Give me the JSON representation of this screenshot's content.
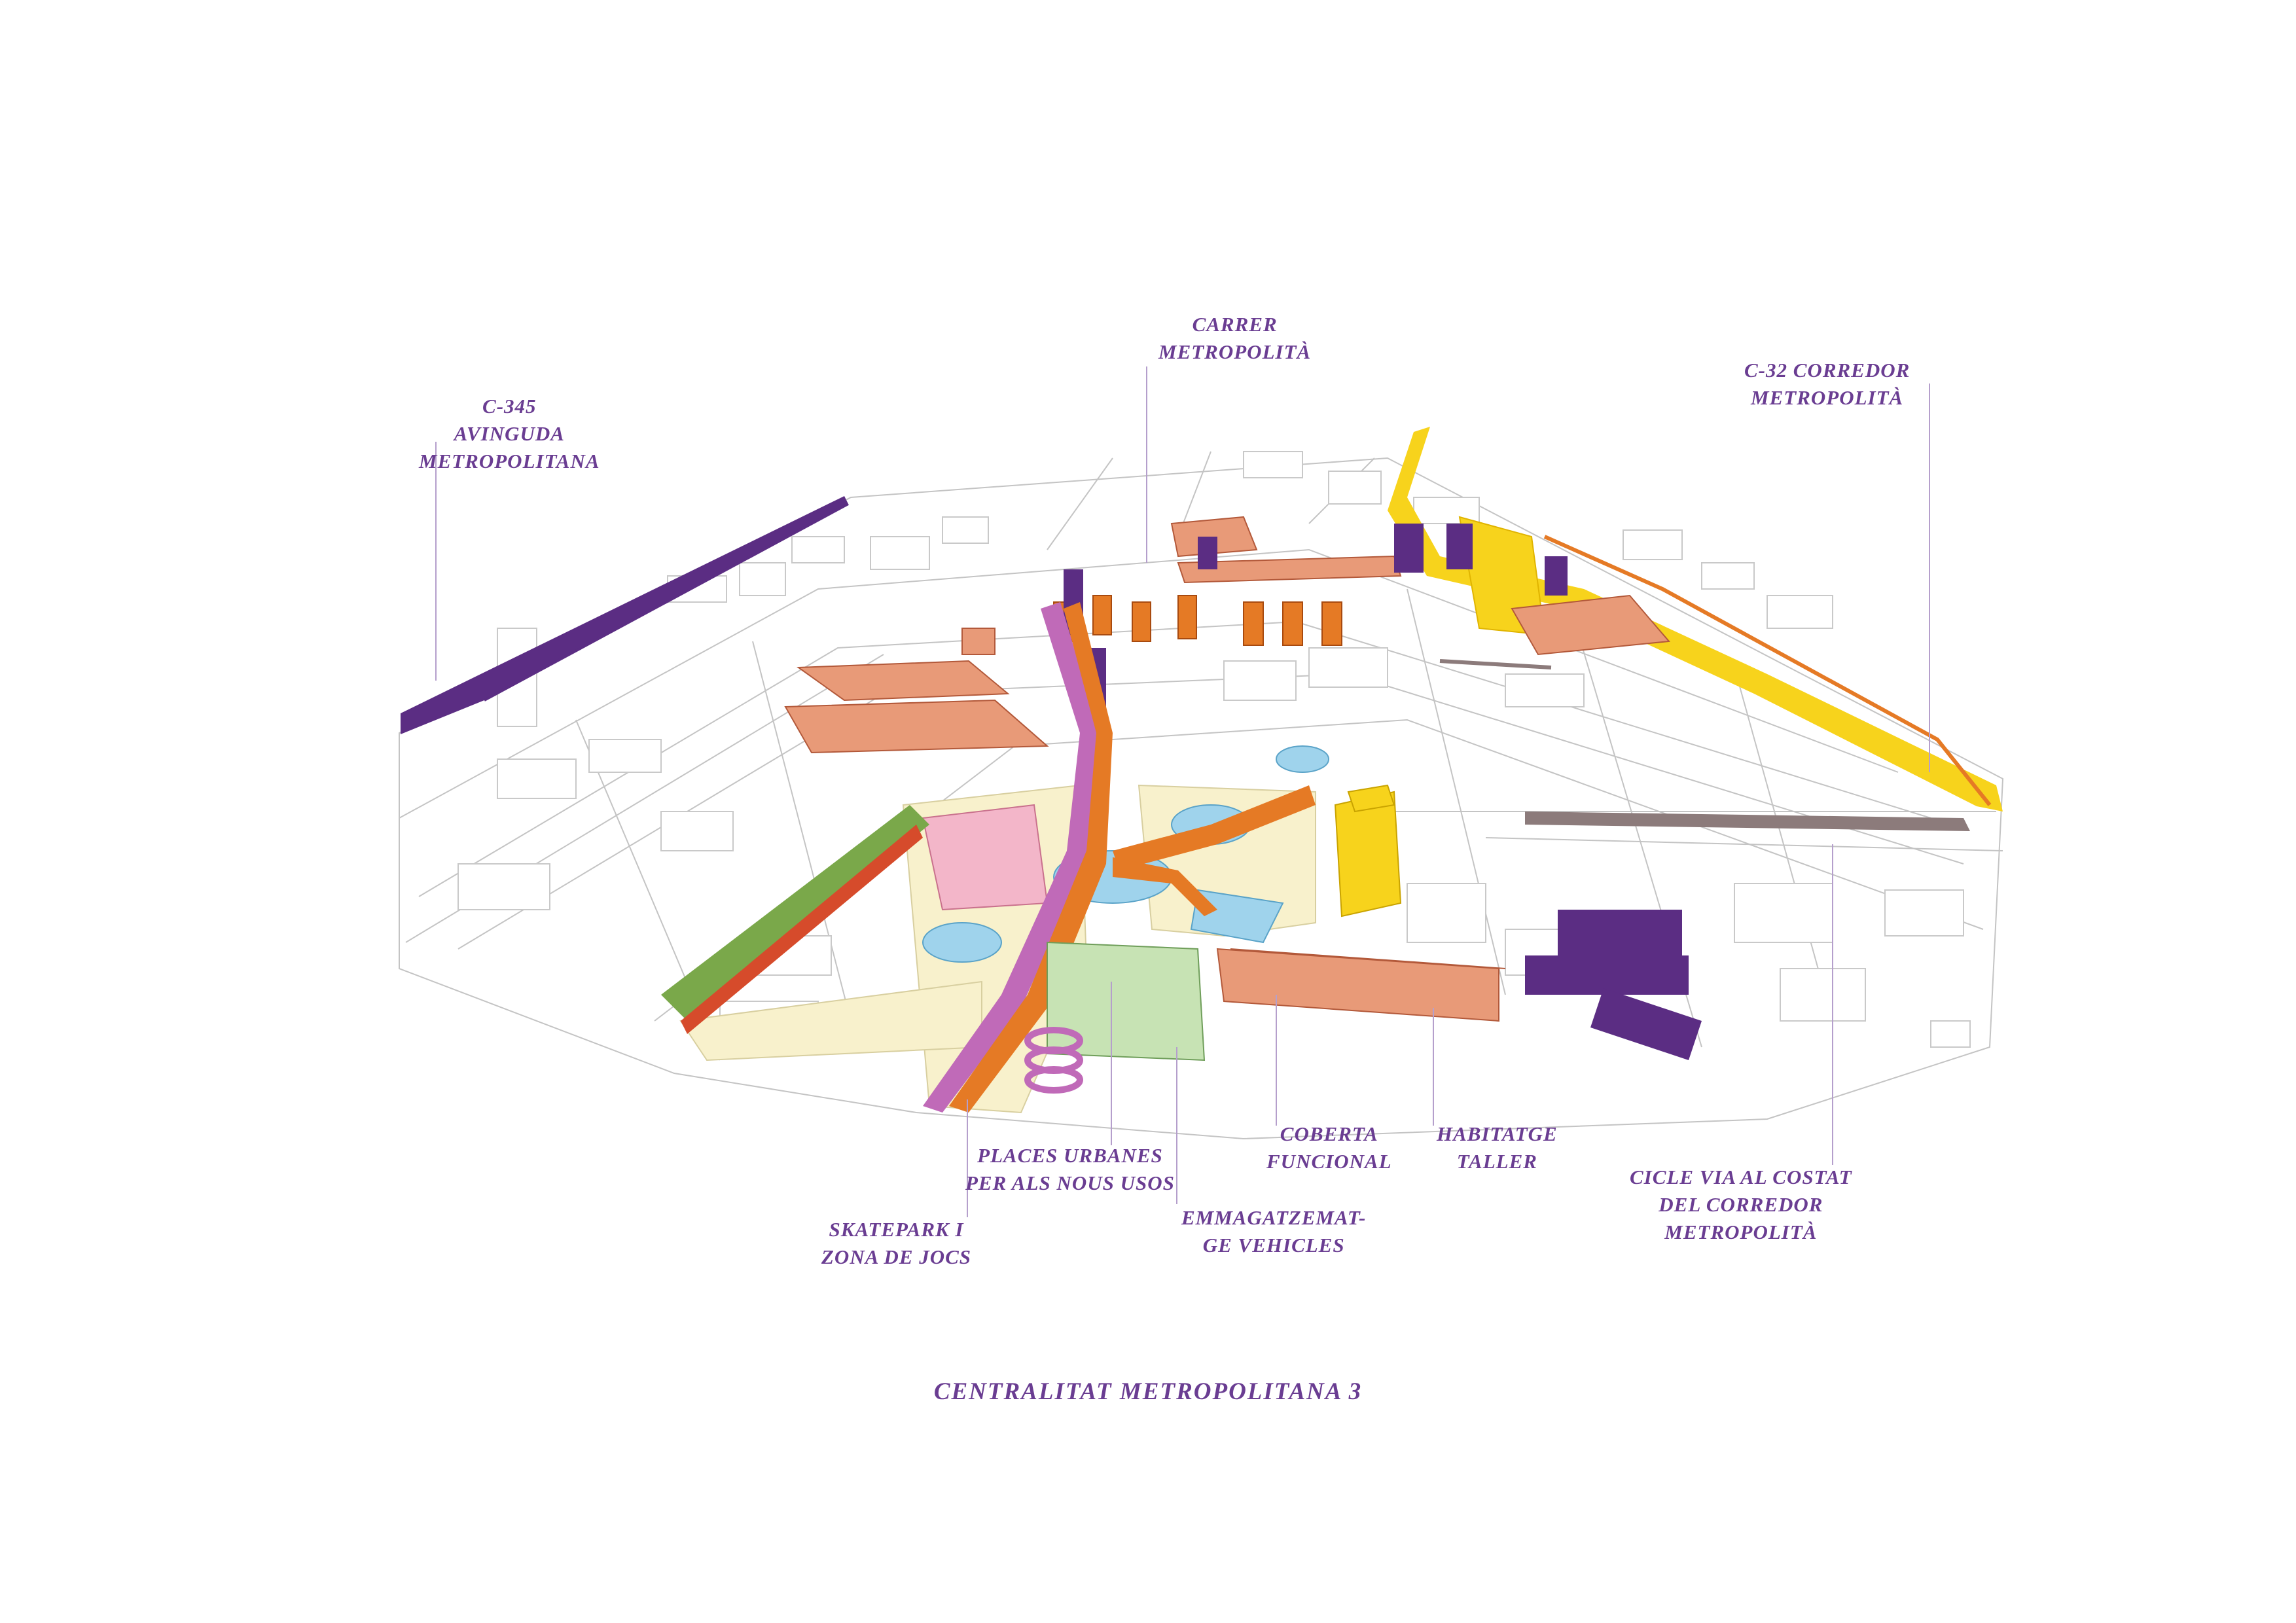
{
  "caption": "CENTRALITAT METROPOLITANA 3",
  "labels": {
    "c345": "C-345\nAVINGUDA\nMETROPOLITANA",
    "carrer": "CARRER\nMETROPOLITÀ",
    "c32": "C-32 CORREDOR\nMETROPOLITÀ",
    "places": "PLACES URBANES\nPER ALS NOUS USOS",
    "coberta": "COBERTA\nFUNCIONAL",
    "habitatge": "HABITATGE\nTALLER",
    "cicle": "CICLE VIA AL COSTAT\nDEL CORREDOR\nMETROPOLITÀ",
    "skatepark": "SKATEPARK I\nZONA DE JOCS",
    "emmagatzematge": "EMMAGATZEMAT-\nGE VEHICLES"
  },
  "colors": {
    "label_text": "#6a3d92",
    "purple": "#5b2d83",
    "orange": "#e57a25",
    "yellow": "#f7d31c",
    "salmon": "#e89a78",
    "green": "#c7e3b4",
    "cream": "#f8f1cc",
    "water": "#9fd3ec",
    "pink": "#f3b6c9",
    "magenta": "#c06ab8",
    "line": "#b9b9b9"
  }
}
